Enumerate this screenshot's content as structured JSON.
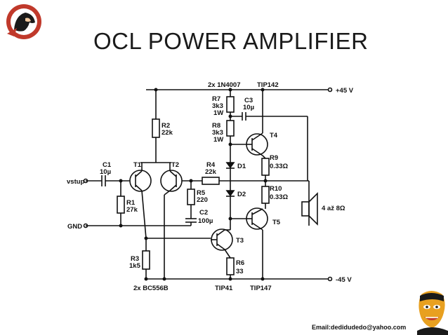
{
  "slide": {
    "title": "OCL POWER AMPLIFIER",
    "email": "Email:dedidudedo@yahoo.com"
  },
  "schematic": {
    "top_left_label": "2x 1N4007",
    "top_right_label": "TIP142",
    "vplus": "+45 V",
    "vminus": "-45 V",
    "input": "vstup",
    "gnd": "GND",
    "bottom_left_label": "2x BC556B",
    "tip41": "TIP41",
    "tip147": "TIP147",
    "speaker": "4 až 8Ω",
    "components": {
      "c1": "C1",
      "c1v": "10µ",
      "r1": "R1",
      "r1v": "27k",
      "r2": "R2",
      "r2v": "22k",
      "r3": "R3",
      "r3v": "1k5",
      "r4": "R4",
      "r4v": "22k",
      "r5": "R5",
      "r5v": "220",
      "c2": "C2",
      "c2v": "100µ",
      "r6": "R6",
      "r6v": "33",
      "r7": "R7",
      "r7v": "3k3",
      "r7w": "1W",
      "r8": "R8",
      "r8v": "3k3",
      "r8w": "1W",
      "c3": "C3",
      "c3v": "10µ",
      "r9": "R9",
      "r9v": "0.33Ω",
      "r10": "R10",
      "r10v": "0.33Ω",
      "t1": "T1",
      "t2": "T2",
      "t3": "T3",
      "t4": "T4",
      "t5": "T5",
      "d1": "D1",
      "d2": "D2"
    }
  }
}
